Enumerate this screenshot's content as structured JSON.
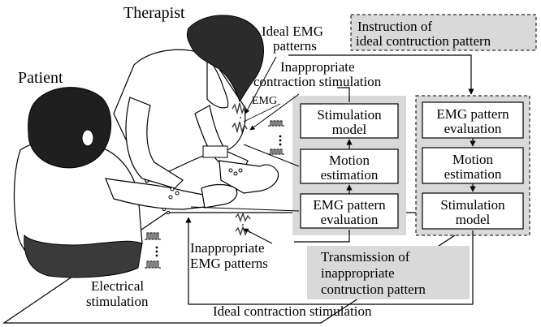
{
  "labels": {
    "therapist": "Therapist",
    "patient": "Patient",
    "ideal_emg_1": "Ideal EMG",
    "ideal_emg_2": "patterns",
    "inapp_contr_stim_1": "Inappropriate",
    "inapp_contr_stim_2": "contraction stimulation",
    "emg": "EMG",
    "inapp_emg_1": "Inappropriate",
    "inapp_emg_2": "EMG patterns",
    "elec_stim_1": "Electrical",
    "elec_stim_2": "stimulation",
    "ideal_contr_stim": "Ideal contraction stimulation"
  },
  "patient_blocks": [
    [
      "Stimulation",
      "model"
    ],
    [
      "Motion",
      "estimation"
    ],
    [
      "EMG pattern",
      "evaluation"
    ]
  ],
  "therapist_blocks": [
    [
      "EMG pattern",
      "evaluation"
    ],
    [
      "Motion",
      "estimation"
    ],
    [
      "Stimulation",
      "model"
    ]
  ],
  "instruction": [
    "Instruction of",
    "ideal contruction pattern"
  ],
  "transmission": [
    "Transmission of",
    "inappropriate",
    "contruction pattern"
  ],
  "colors": {
    "panel_gray": "#d9d9d9",
    "hair": "#2b2b2b",
    "line": "#000000"
  }
}
